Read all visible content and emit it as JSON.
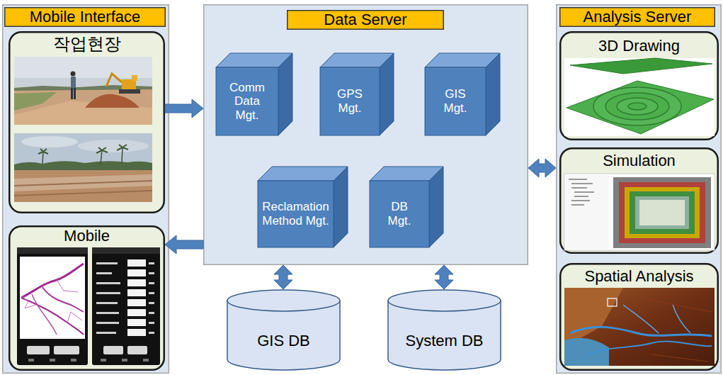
{
  "diagram": {
    "nodes": [
      {
        "text": [
          "Mobile Interface"
        ]
      },
      {
        "text": [
          "작업현장"
        ],
        "in": 0
      },
      {
        "text": [
          "Mobile"
        ],
        "in": 0
      },
      {
        "text": [
          "Data Server"
        ]
      },
      {
        "text": [
          "Comm Data Mgt."
        ],
        "in": 3
      },
      {
        "text": [
          "GPS Mgt."
        ],
        "in": 3
      },
      {
        "text": [
          "GIS Mgt."
        ],
        "in": 3
      },
      {
        "text": [
          "Reclamation Method Mgt."
        ],
        "in": 3
      },
      {
        "text": [
          "DB Mgt."
        ],
        "in": 3
      },
      {
        "text": [
          "Analysis Server"
        ]
      },
      {
        "text": [
          "3D Drawing"
        ],
        "in": 9
      },
      {
        "text": [
          "Simulation"
        ],
        "in": 9
      },
      {
        "text": [
          "Spatial Analysis"
        ],
        "in": 9
      },
      {
        "text": [
          "GIS DB"
        ]
      },
      {
        "text": [
          "System DB"
        ]
      }
    ],
    "edges": [
      {
        "from": 1,
        "to": 3,
        "arrow": "to"
      },
      {
        "from": 3,
        "to": 2,
        "arrow": "to"
      },
      {
        "from": 3,
        "to": 9,
        "arrow": "both"
      },
      {
        "from": 3,
        "to": 13,
        "arrow": "both"
      },
      {
        "from": 3,
        "to": 14,
        "arrow": "both"
      }
    ]
  }
}
